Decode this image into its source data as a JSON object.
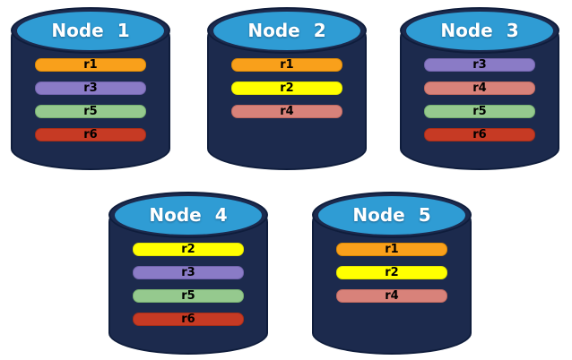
{
  "diagram": {
    "description": "Five database nodes with replicated partitions",
    "colors": {
      "background": "#ffffff",
      "cylinder_body": "#1c2a4d",
      "cylinder_outline": "#0f1d3c",
      "cylinder_top": "#2f9cd4",
      "title_text": "#ffffff",
      "bar_text": "#000000"
    },
    "replica_colors": {
      "r1": {
        "fill": "#f9a01b",
        "border": "#dd8a04"
      },
      "r2": {
        "fill": "#ffff00",
        "border": "#e3e300"
      },
      "r3": {
        "fill": "#8a7bc6",
        "border": "#7163ac"
      },
      "r4": {
        "fill": "#d8827a",
        "border": "#c06a60"
      },
      "r5": {
        "fill": "#95c98e",
        "border": "#77b070"
      },
      "r6": {
        "fill": "#c63a24",
        "border": "#a52e19"
      }
    },
    "nodes": [
      {
        "label": "Node 1",
        "replicas": [
          "r1",
          "r3",
          "r5",
          "r6"
        ]
      },
      {
        "label": "Node 2",
        "replicas": [
          "r1",
          "r2",
          "r4"
        ]
      },
      {
        "label": "Node 3",
        "replicas": [
          "r3",
          "r4",
          "r5",
          "r6"
        ]
      },
      {
        "label": "Node 4",
        "replicas": [
          "r2",
          "r3",
          "r5",
          "r6"
        ]
      },
      {
        "label": "Node 5",
        "replicas": [
          "r1",
          "r2",
          "r4"
        ]
      }
    ]
  }
}
